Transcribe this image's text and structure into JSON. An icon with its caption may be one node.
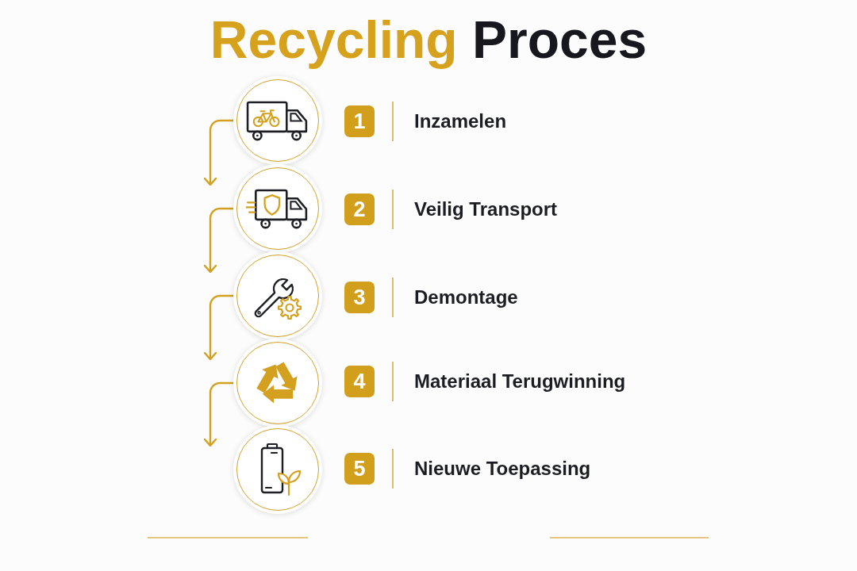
{
  "diagram": {
    "title": "Recycling Proces",
    "nodes": [
      {
        "text": [],
        "shape": "circle"
      },
      {
        "text": [
          "1"
        ],
        "beside": [
          "Inzamelen"
        ]
      },
      {
        "text": [],
        "shape": "circle"
      },
      {
        "text": [
          "2"
        ],
        "beside": [
          "Veilig Transport"
        ]
      },
      {
        "text": [],
        "shape": "circle"
      },
      {
        "text": [
          "3"
        ],
        "beside": [
          "Demontage"
        ]
      },
      {
        "text": [],
        "shape": "circle"
      },
      {
        "text": [
          "4"
        ],
        "beside": [
          "Materiaal Terugwinning"
        ]
      },
      {
        "text": [],
        "shape": "circle"
      },
      {
        "text": [
          "5"
        ],
        "beside": [
          "Nieuwe Toepassing"
        ]
      }
    ],
    "edges": [
      {
        "from": 0,
        "to": 2,
        "arrow": "to"
      },
      {
        "from": 2,
        "to": 4,
        "arrow": "to"
      },
      {
        "from": 4,
        "to": 6,
        "arrow": "to"
      },
      {
        "from": 6,
        "to": 8,
        "arrow": "to"
      }
    ]
  }
}
